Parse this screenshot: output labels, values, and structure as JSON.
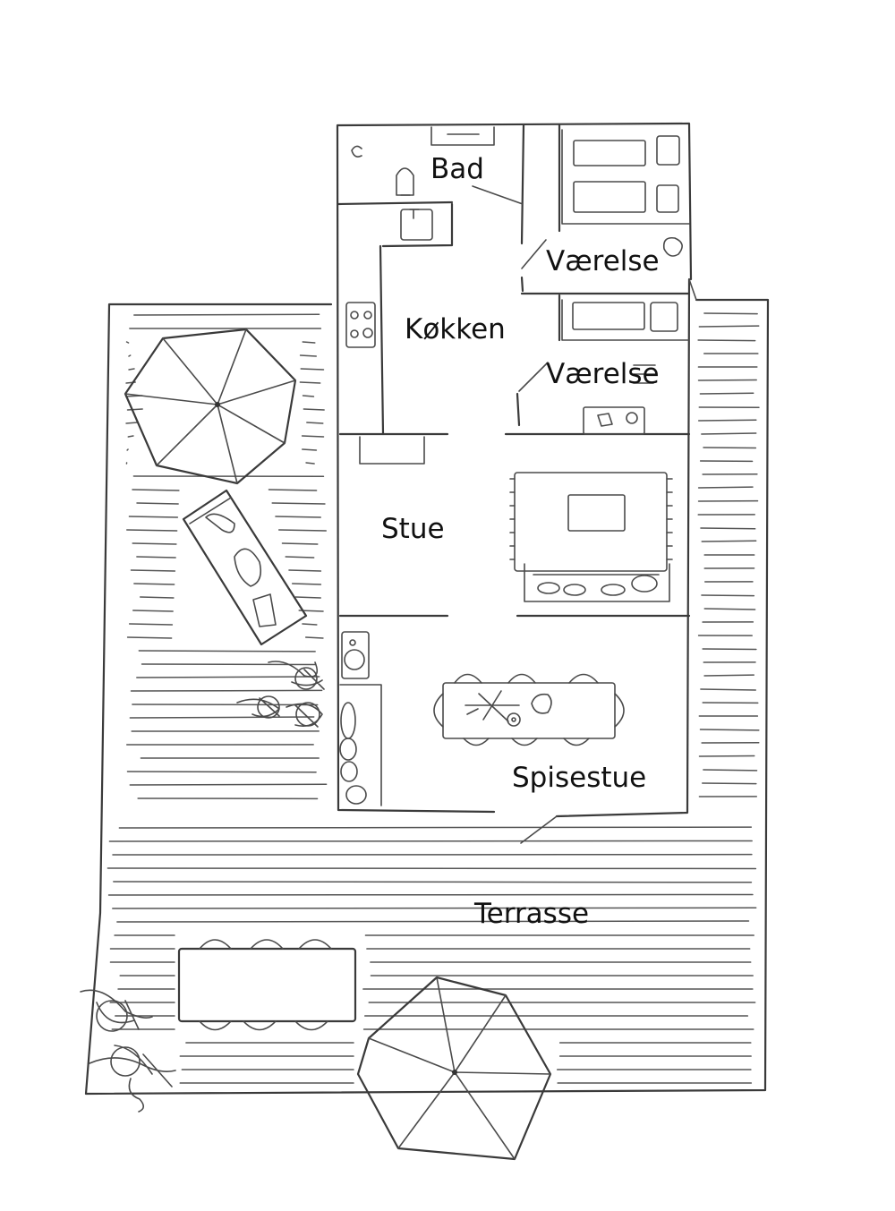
{
  "rooms": {
    "bad": "Bad",
    "vaerelse_1": "Værelse",
    "koekken": "Køkken",
    "vaerelse_2": "Værelse",
    "stue": "Stue",
    "spisestue": "Spisestue",
    "terrasse": "Terrasse"
  }
}
